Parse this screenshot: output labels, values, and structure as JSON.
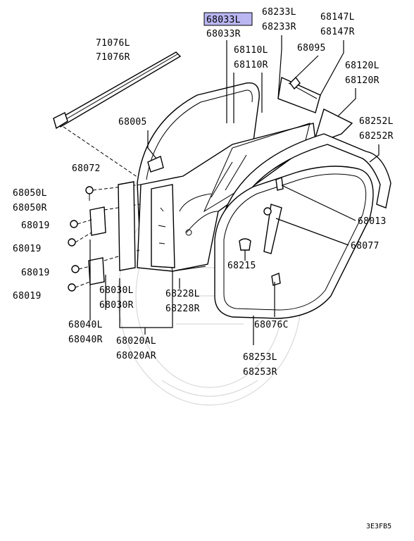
{
  "labels": {
    "p68033L": "68033L",
    "p68033R": "68033R",
    "p68233L": "68233L",
    "p68233R": "68233R",
    "p68147L": "68147L",
    "p68147R": "68147R",
    "p71076L": "71076L",
    "p71076R": "71076R",
    "p68110L": "68110L",
    "p68110R": "68110R",
    "p68095": "68095",
    "p68120L": "68120L",
    "p68120R": "68120R",
    "p68005": "68005",
    "p68252L": "68252L",
    "p68252R": "68252R",
    "p68072": "68072",
    "p68050L": "68050L",
    "p68050R": "68050R",
    "p68019a": "68019",
    "p68019b": "68019",
    "p68019c": "68019",
    "p68019d": "68019",
    "p68013": "68013",
    "p68077": "68077",
    "p68215": "68215",
    "p68030L": "68030L",
    "p68030R": "68030R",
    "p68228L": "68228L",
    "p68228R": "68228R",
    "p68040L": "68040L",
    "p68040R": "68040R",
    "p68020AL": "68020AL",
    "p68020AR": "68020AR",
    "p68076C": "68076C",
    "p68253L": "68253L",
    "p68253R": "68253R"
  },
  "diagram_code": "3E3FB5",
  "highlight_color": "#b9b6f2"
}
